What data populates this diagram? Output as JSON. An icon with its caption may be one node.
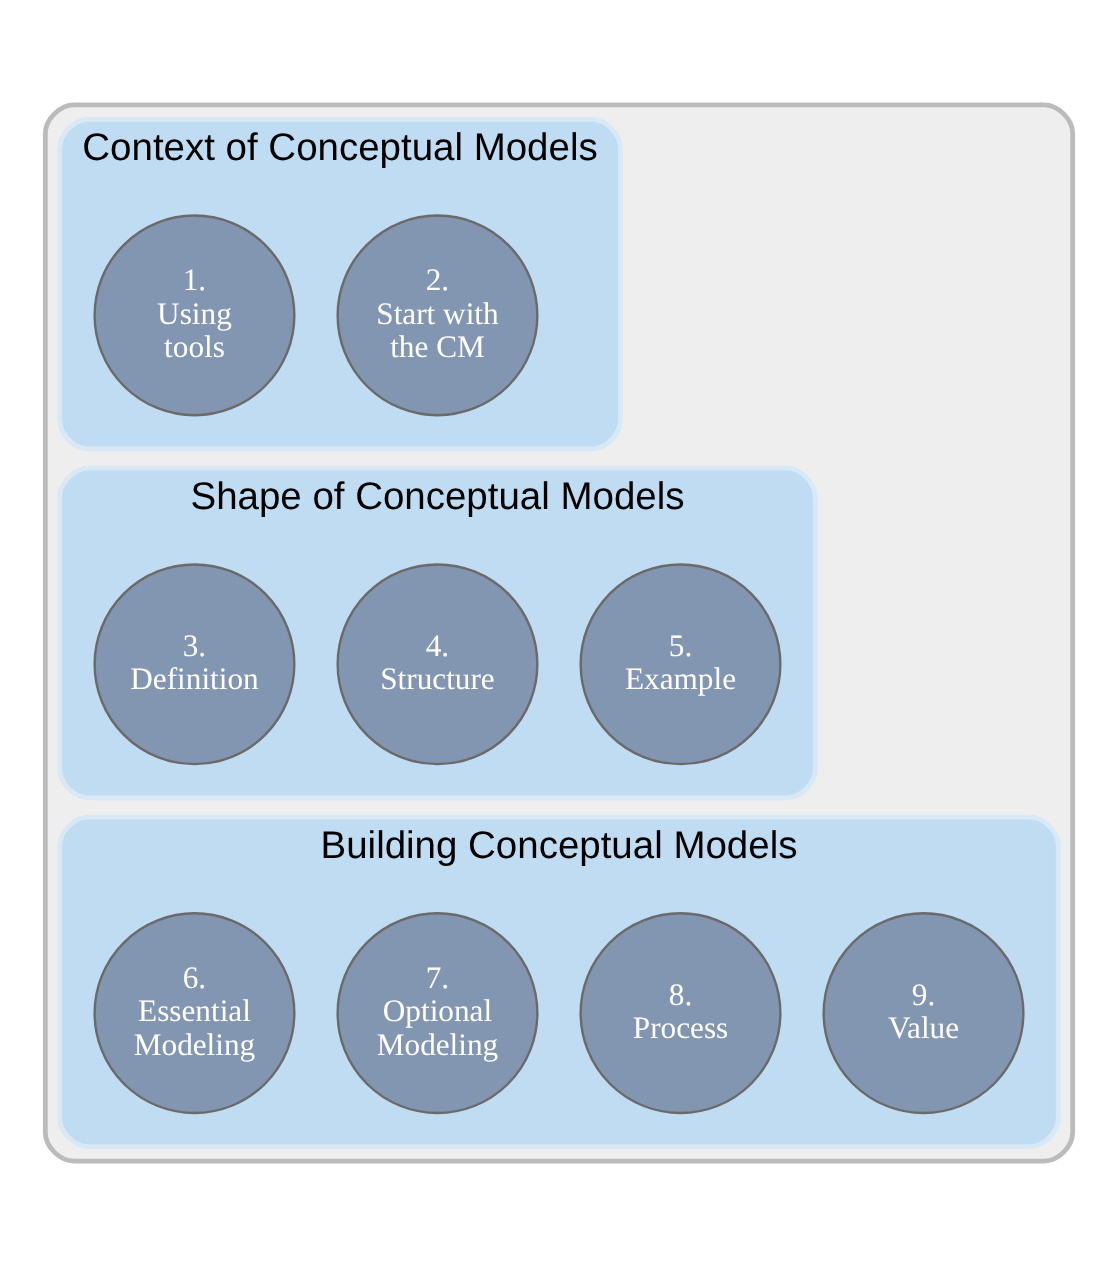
{
  "diagram": {
    "nodes": [
      {
        "text": [],
        "shape": "box"
      },
      {
        "text": [
          "Context of Conceptual Models"
        ],
        "in": 0
      },
      {
        "text": [
          "1.",
          "Using tools"
        ],
        "in": 1
      },
      {
        "text": [
          "2.",
          "Start with the CM"
        ],
        "in": 1
      },
      {
        "text": [
          "Shape of Conceptual Models"
        ],
        "in": 0
      },
      {
        "text": [
          "3.",
          "Definition"
        ],
        "in": 4
      },
      {
        "text": [
          "4.",
          "Structure"
        ],
        "in": 4
      },
      {
        "text": [
          "5.",
          "Example"
        ],
        "in": 4
      },
      {
        "text": [
          "Building Conceptual Models"
        ],
        "in": 0
      },
      {
        "text": [
          "6.",
          "Essential Modeling"
        ],
        "in": 8
      },
      {
        "text": [
          "7.",
          "Optional Modeling"
        ],
        "in": 8
      },
      {
        "text": [
          "8.",
          "Process"
        ],
        "in": 8
      },
      {
        "text": [
          "9.",
          "Value"
        ],
        "in": 8
      }
    ],
    "edges": []
  }
}
